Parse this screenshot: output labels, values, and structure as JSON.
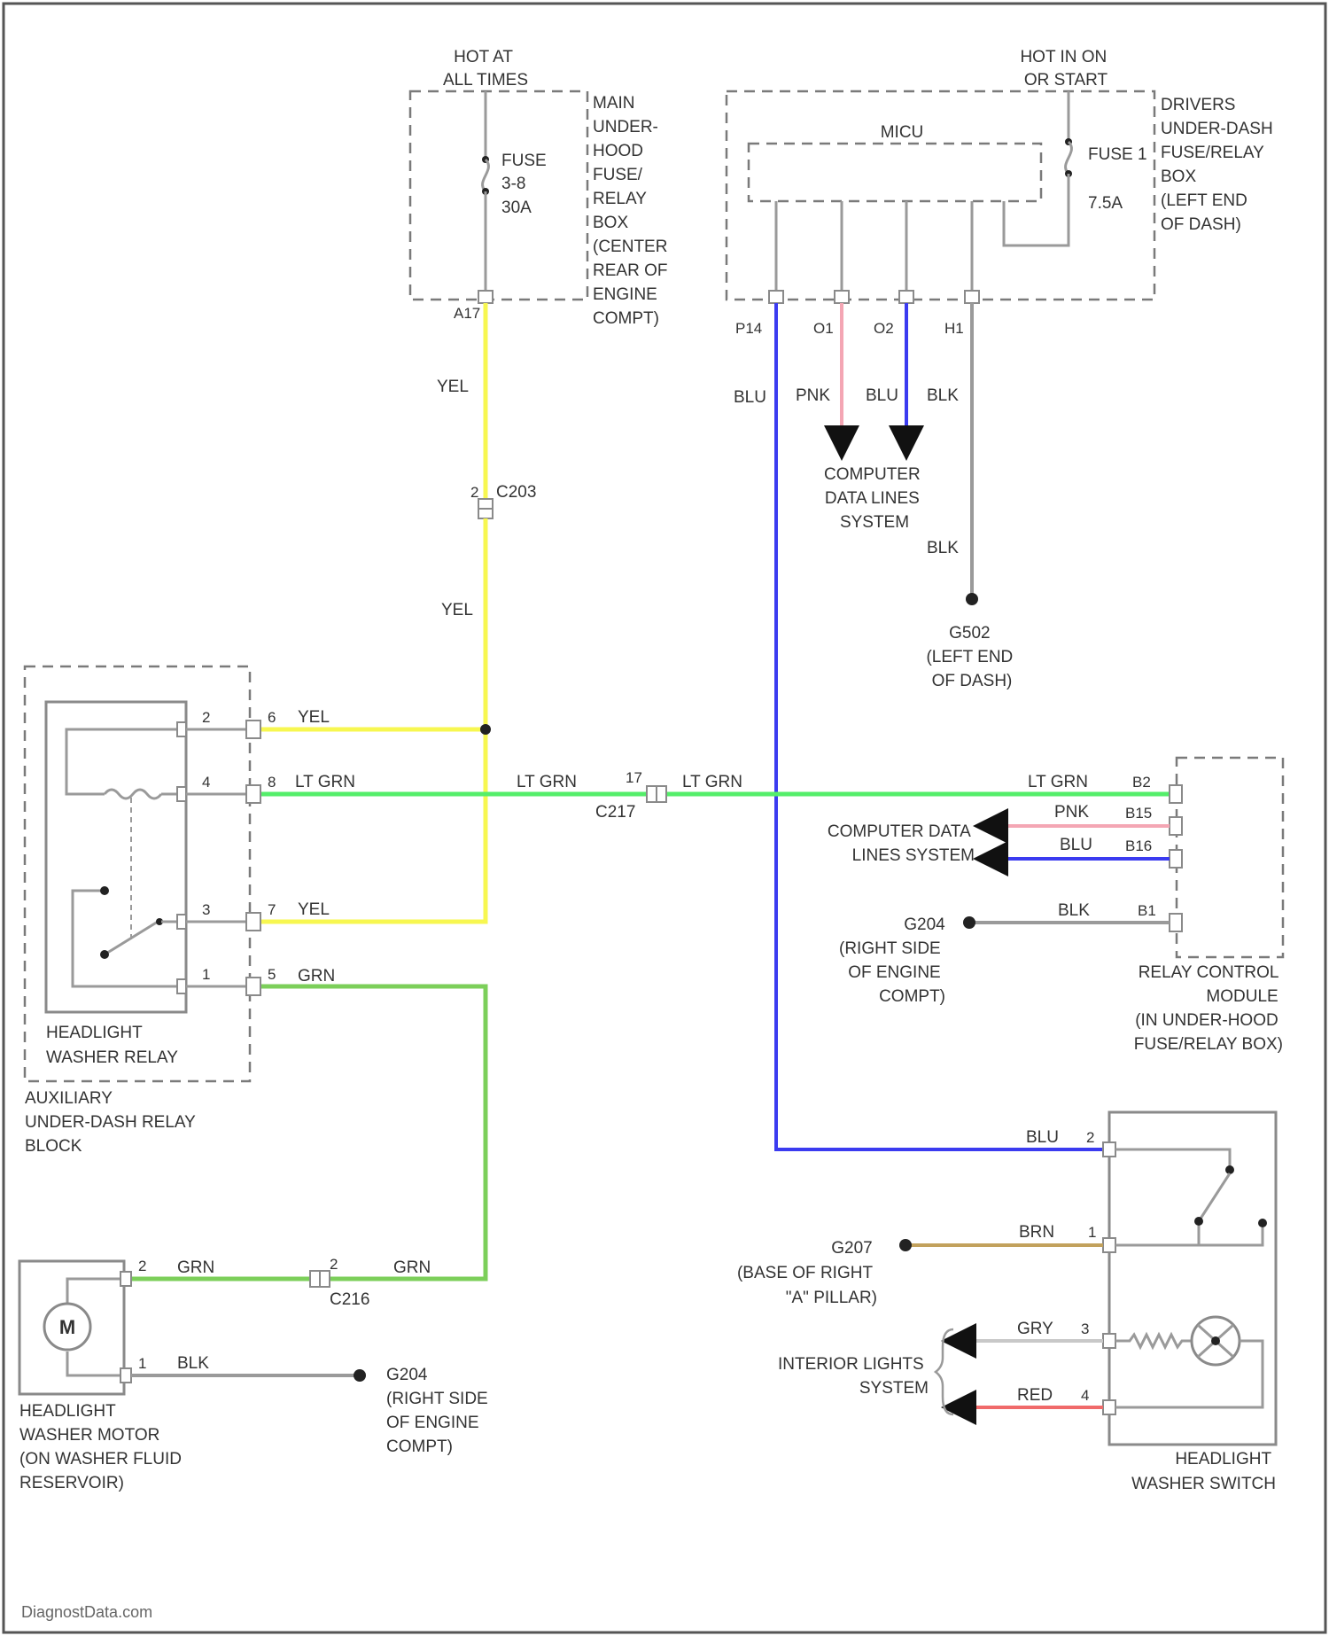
{
  "footer": {
    "watermark": "DiagnostData.com"
  },
  "power": {
    "hot_at_all_times": [
      "HOT AT",
      "ALL TIMES"
    ],
    "hot_in_on_or_start": [
      "HOT IN ON",
      "OR START"
    ]
  },
  "main_fuse_box": {
    "label": [
      "MAIN",
      "UNDER-",
      "HOOD",
      "FUSE/",
      "RELAY",
      "BOX",
      "(CENTER",
      "REAR OF",
      "ENGINE",
      "COMPT)"
    ],
    "fuse": [
      "FUSE",
      "3-8",
      "30A"
    ],
    "pin": "A17"
  },
  "drivers_fuse_box": {
    "label": [
      "DRIVERS",
      "UNDER-DASH",
      "FUSE/RELAY",
      "BOX",
      "(LEFT END",
      "OF DASH)"
    ],
    "module": "MICU",
    "fuse": [
      "FUSE 1",
      "7.5A"
    ],
    "pins": [
      "P14",
      "O1",
      "O2",
      "H1"
    ]
  },
  "wires": {
    "yel": "YEL",
    "blu": "BLU",
    "pnk": "PNK",
    "blk": "BLK",
    "lt_grn": "LT GRN",
    "grn": "GRN",
    "brn": "BRN",
    "gry": "GRY",
    "red": "RED"
  },
  "connectors": {
    "c203": "C203",
    "c203_pin": "2",
    "c217": "C217",
    "c217_pin": "17",
    "c216": "C216",
    "c216_pin": "2"
  },
  "computer_data_lines_1": [
    "COMPUTER",
    "DATA LINES",
    "SYSTEM"
  ],
  "computer_data_lines_2": [
    "COMPUTER DATA",
    "LINES SYSTEM"
  ],
  "grounds": {
    "g502": [
      "G502",
      "(LEFT END",
      "OF DASH)"
    ],
    "g204_a": [
      "G204",
      "(RIGHT SIDE",
      "OF ENGINE",
      "COMPT)"
    ],
    "g204_b": [
      "G204",
      "(RIGHT SIDE",
      "OF ENGINE",
      "COMPT)"
    ],
    "g207": [
      "G207",
      "(BASE OF RIGHT",
      "\"A\" PILLAR)"
    ]
  },
  "relay": {
    "name": [
      "HEADLIGHT",
      "WASHER RELAY"
    ],
    "block": [
      "AUXILIARY",
      "UNDER-DASH RELAY",
      "BLOCK"
    ],
    "inner_pins": [
      "2",
      "4",
      "3",
      "1"
    ],
    "outer_pins": [
      "6",
      "8",
      "7",
      "5"
    ]
  },
  "relay_control": {
    "name": [
      "RELAY CONTROL",
      "MODULE",
      "(IN UNDER-HOOD",
      "FUSE/RELAY BOX)"
    ],
    "pins": [
      "B2",
      "B15",
      "B16",
      "B1"
    ]
  },
  "motor": {
    "symbol": "M",
    "name": [
      "HEADLIGHT",
      "WASHER MOTOR",
      "(ON WASHER FLUID",
      "RESERVOIR)"
    ],
    "pins": [
      "2",
      "1"
    ]
  },
  "switch": {
    "name": [
      "HEADLIGHT",
      "WASHER SWITCH"
    ],
    "pins": [
      "2",
      "1",
      "3",
      "4"
    ]
  },
  "interior_lights": [
    "INTERIOR LIGHTS",
    "SYSTEM"
  ]
}
